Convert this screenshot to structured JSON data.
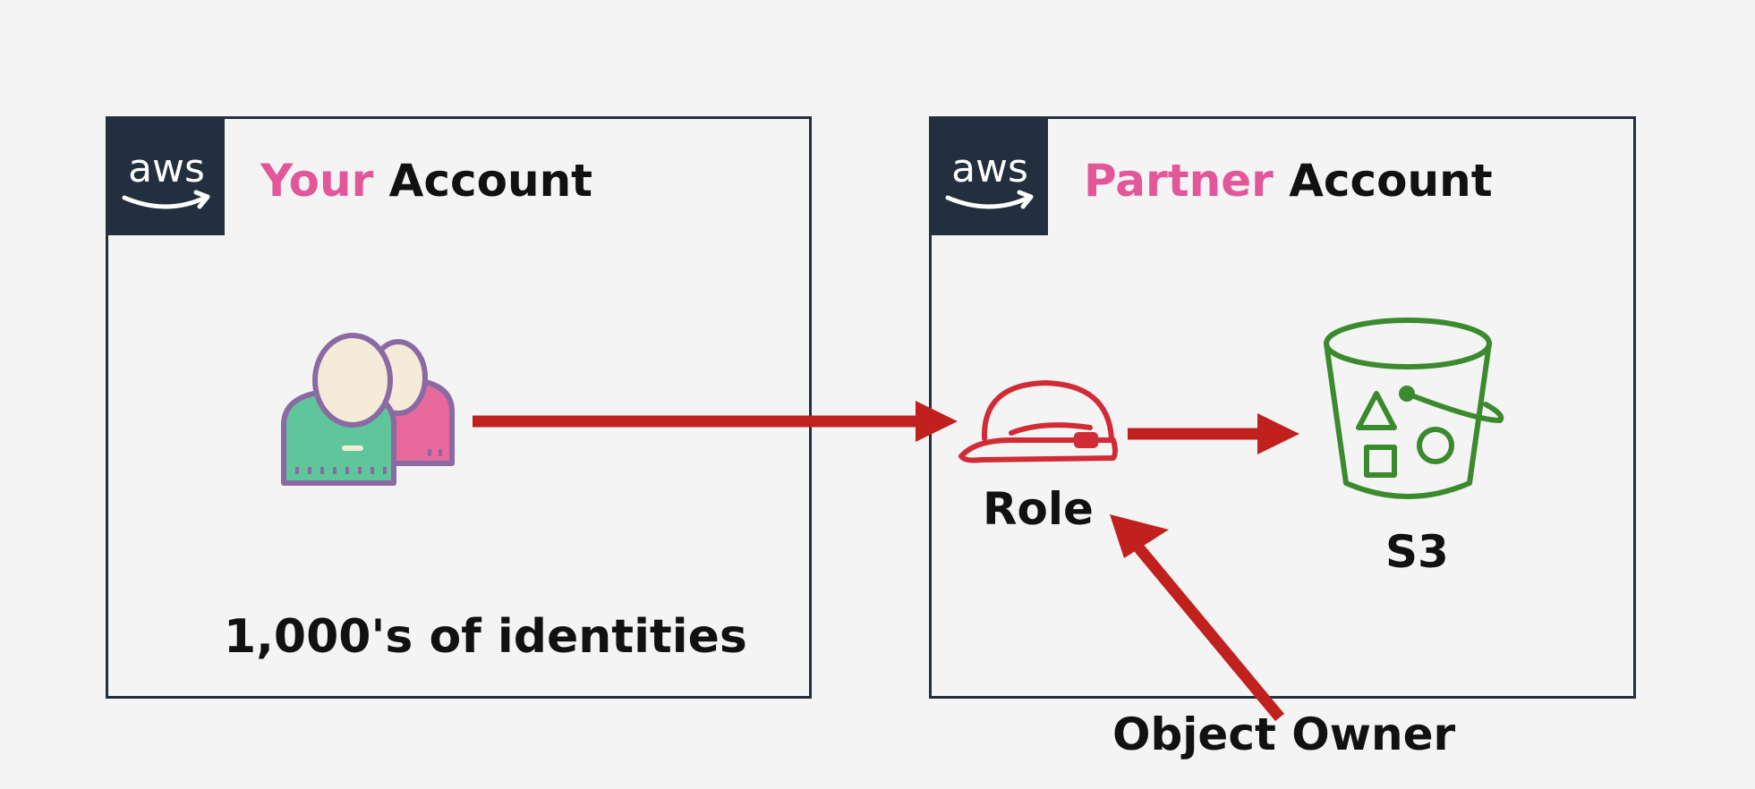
{
  "diagram": {
    "left_account": {
      "logo": "aws",
      "title_accent": "Your",
      "title_rest": "Account",
      "icon": "users-icon",
      "caption": "1,000's of identities"
    },
    "right_account": {
      "logo": "aws",
      "title_accent": "Partner",
      "title_rest": "Account",
      "role": {
        "icon": "hardhat-role-icon",
        "label": "Role"
      },
      "bucket": {
        "icon": "s3-bucket-icon",
        "label": "S3"
      }
    },
    "external_label": "Object Owner",
    "colors": {
      "accent": "#e2579a",
      "arrow": "#c0211f",
      "border": "#232f3e",
      "s3": "#3b8a2e",
      "role": "#d12b36",
      "background": "#f4f4f4"
    }
  }
}
